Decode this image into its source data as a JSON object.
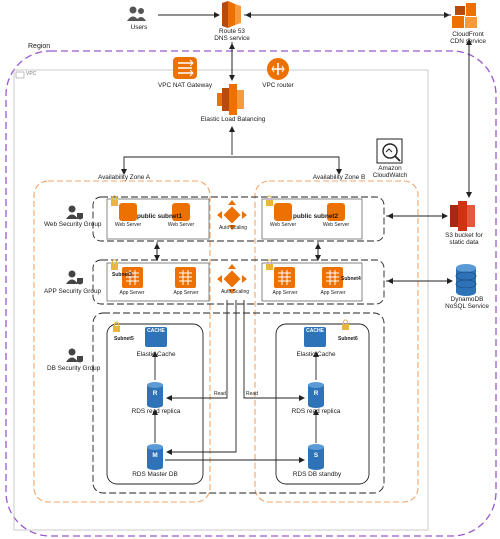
{
  "labels": {
    "users": "Users",
    "route53_line1": "Route 53",
    "route53_line2": "DNS service",
    "cloudfront_line1": "CloudFront",
    "cloudfront_line2": "CDN service",
    "region": "Region",
    "vpc": "VPC",
    "nat_gateway": "VPC NAT Gateway",
    "vpc_router": "VPC router",
    "elb": "Elastic Load Balancing",
    "cloudwatch_line1": "Amazon",
    "cloudwatch_line2": "CloudWatch",
    "az_a": "Availability Zone A",
    "az_b": "Availability Zone B",
    "web_sg": "Web Security Group",
    "app_sg": "APP Security Group",
    "db_sg": "DB Security Group",
    "public_subnet1": "public subnet1",
    "public_subnet2": "public subnet2",
    "web_server": "Web Server",
    "auto_scaling": "Auto Scaling",
    "subnet3": "Subnet3",
    "subnet4": "Subnet4",
    "subnet5": "Subnet5",
    "subnet6": "Subnet6",
    "app_server": "App Server",
    "cache_badge": "CACHE",
    "elastic_cache": "Elastic Cache",
    "rds_read_replica": "RDS read replica",
    "rds_master": "RDS Master DB",
    "rds_standby": "RDS DB standby",
    "read": "Read",
    "s3_line1": "S3 bucket for",
    "s3_line2": "static data",
    "dynamodb_line1": "DynamoDB",
    "dynamodb_line2": "NoSQL Service",
    "r_letter": "R",
    "m_letter": "M",
    "s_letter": "S"
  },
  "colors": {
    "aws_orange": "#ED7100",
    "aws_red": "#D13212",
    "aws_blue": "#2E73B8",
    "region_border": "#9B59D0",
    "az_border": "#F3A46A",
    "vpc_border": "#BFBFBF"
  }
}
